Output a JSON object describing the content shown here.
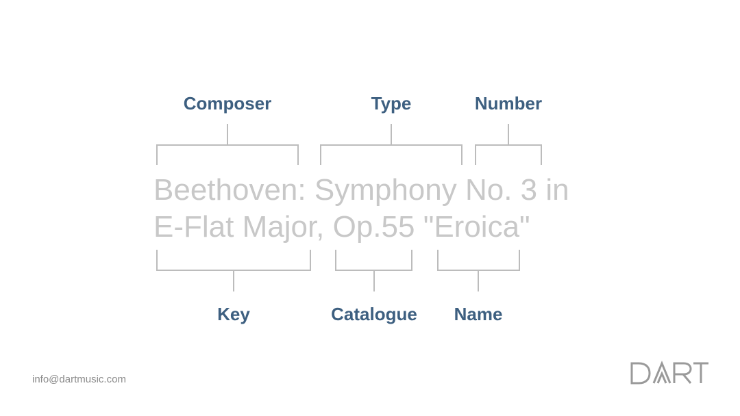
{
  "title": {
    "line1": "Beethoven: Symphony No. 3 in",
    "line2": "E-Flat Major, Op.55 \"Eroica\""
  },
  "labels": {
    "composer": "Composer",
    "type": "Type",
    "number": "Number",
    "key": "Key",
    "catalogue": "Catalogue",
    "name": "Name"
  },
  "footer": {
    "email": "info@dartmusic.com"
  },
  "logo": {
    "text": "DART",
    "icon": "dart-logo-icon"
  },
  "colors": {
    "label": "#3d5f80",
    "title": "#c8c8c8",
    "bracket": "#bcbcbc",
    "footer": "#8a8a8a",
    "logo": "#9a9a9a"
  }
}
